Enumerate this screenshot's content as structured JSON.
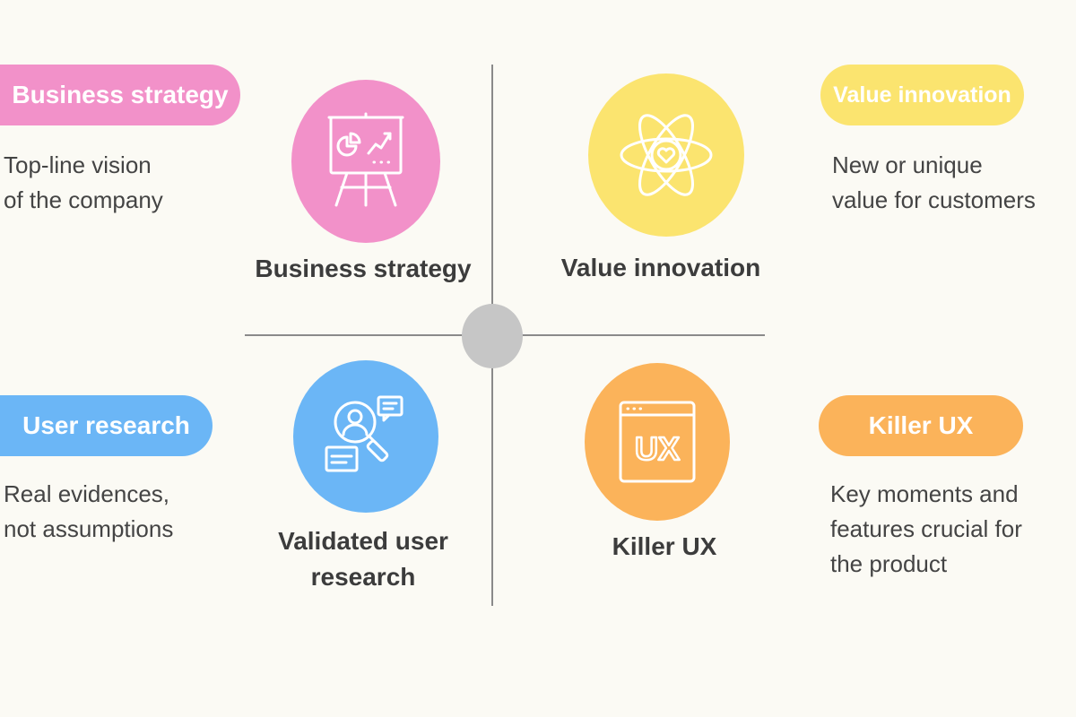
{
  "colors": {
    "background": "#fbfaf4",
    "business": "#f291c9",
    "value": "#fbe46f",
    "research": "#6bb6f6",
    "ux": "#fbb35a",
    "center": "#c6c6c6",
    "axis": "#8a8a8a"
  },
  "quadrants": {
    "business_strategy": {
      "pill_label": "Business strategy",
      "description": [
        "Top-line vision",
        "of the company"
      ],
      "circle_label": [
        "Business strategy"
      ],
      "icon": "presentation-chart-icon"
    },
    "value_innovation": {
      "pill_label": "Value innovation",
      "description": [
        "New or unique",
        "value for customers"
      ],
      "circle_label": [
        "Value innovation"
      ],
      "icon": "atom-heart-icon"
    },
    "user_research": {
      "pill_label": "User research",
      "description": [
        "Real evidences,",
        "not assumptions"
      ],
      "circle_label": [
        "Validated user",
        "research"
      ],
      "icon": "user-search-icon"
    },
    "killer_ux": {
      "pill_label": "Killer UX",
      "description": [
        "Key moments and",
        "features crucial for",
        "the product"
      ],
      "circle_label": [
        "Killer UX"
      ],
      "icon": "ux-window-icon",
      "icon_text": "UX"
    }
  }
}
